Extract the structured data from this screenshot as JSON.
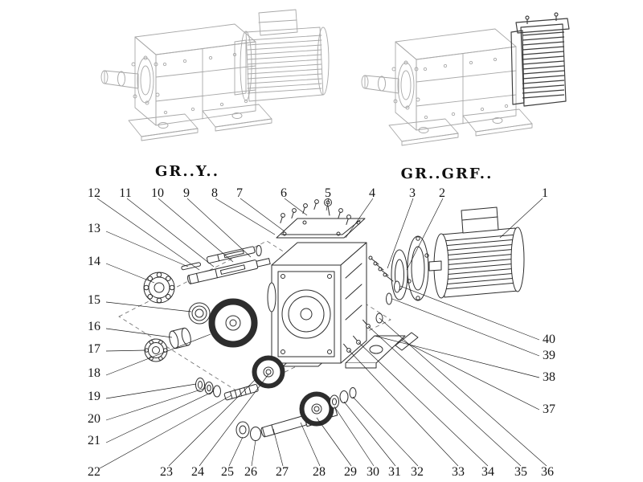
{
  "diagram": {
    "variant_labels": [
      "GR..Y..",
      "GR..GRF.."
    ],
    "callouts": [
      "1",
      "2",
      "3",
      "4",
      "5",
      "6",
      "7",
      "8",
      "9",
      "10",
      "11",
      "12",
      "13",
      "14",
      "15",
      "16",
      "17",
      "18",
      "19",
      "20",
      "21",
      "22",
      "23",
      "24",
      "25",
      "26",
      "27",
      "28",
      "29",
      "30",
      "31",
      "32",
      "33",
      "34",
      "35",
      "36",
      "37",
      "38",
      "39",
      "40"
    ]
  }
}
